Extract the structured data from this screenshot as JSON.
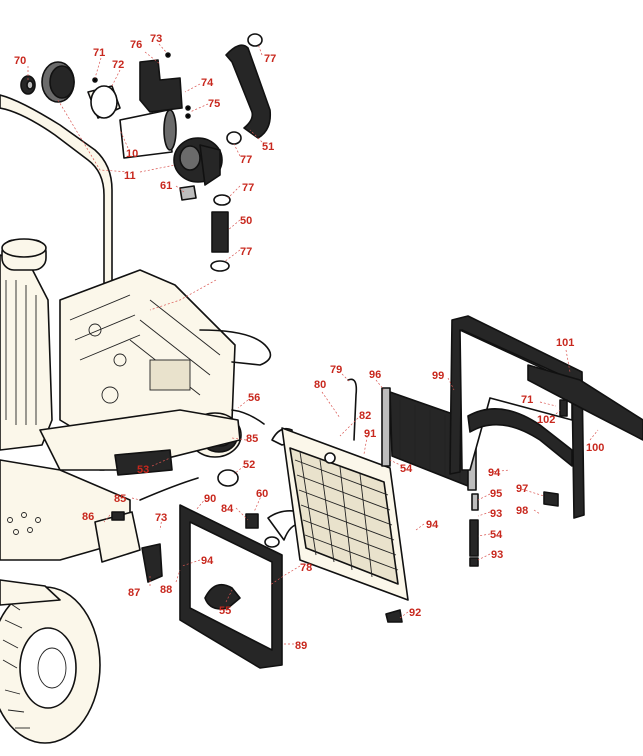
{
  "diagram": {
    "callout_color": "#c8281e",
    "leader_color": "#d9534f",
    "parts": [
      {
        "id": "p70",
        "label": "70"
      },
      {
        "id": "p71a",
        "label": "71"
      },
      {
        "id": "p72",
        "label": "72"
      },
      {
        "id": "p76",
        "label": "76"
      },
      {
        "id": "p73a",
        "label": "73"
      },
      {
        "id": "p77a",
        "label": "77"
      },
      {
        "id": "p74",
        "label": "74"
      },
      {
        "id": "p75",
        "label": "75"
      },
      {
        "id": "p10",
        "label": "10"
      },
      {
        "id": "p11",
        "label": "11"
      },
      {
        "id": "p51",
        "label": "51"
      },
      {
        "id": "p77b",
        "label": "77"
      },
      {
        "id": "p61",
        "label": "61"
      },
      {
        "id": "p77c",
        "label": "77"
      },
      {
        "id": "p50",
        "label": "50"
      },
      {
        "id": "p77d",
        "label": "77"
      },
      {
        "id": "p101",
        "label": "101"
      },
      {
        "id": "p79",
        "label": "79"
      },
      {
        "id": "p96",
        "label": "96"
      },
      {
        "id": "p80",
        "label": "80"
      },
      {
        "id": "p99",
        "label": "99"
      },
      {
        "id": "p71b",
        "label": "71"
      },
      {
        "id": "p56",
        "label": "56"
      },
      {
        "id": "p82",
        "label": "82"
      },
      {
        "id": "p102",
        "label": "102"
      },
      {
        "id": "p91",
        "label": "91"
      },
      {
        "id": "p85a",
        "label": "85"
      },
      {
        "id": "p100",
        "label": "100"
      },
      {
        "id": "p53",
        "label": "53"
      },
      {
        "id": "p52",
        "label": "52"
      },
      {
        "id": "p54a",
        "label": "54"
      },
      {
        "id": "p94a",
        "label": "94"
      },
      {
        "id": "p97",
        "label": "97"
      },
      {
        "id": "p85b",
        "label": "85"
      },
      {
        "id": "p90",
        "label": "90"
      },
      {
        "id": "p60",
        "label": "60"
      },
      {
        "id": "p95",
        "label": "95"
      },
      {
        "id": "p98",
        "label": "98"
      },
      {
        "id": "p86",
        "label": "86"
      },
      {
        "id": "p73b",
        "label": "73"
      },
      {
        "id": "p84",
        "label": "84"
      },
      {
        "id": "p93a",
        "label": "93"
      },
      {
        "id": "p94b",
        "label": "94"
      },
      {
        "id": "p54b",
        "label": "54"
      },
      {
        "id": "p94c",
        "label": "94"
      },
      {
        "id": "p93b",
        "label": "93"
      },
      {
        "id": "p78",
        "label": "78"
      },
      {
        "id": "p87",
        "label": "87"
      },
      {
        "id": "p88",
        "label": "88"
      },
      {
        "id": "p55",
        "label": "55"
      },
      {
        "id": "p92",
        "label": "92"
      },
      {
        "id": "p89",
        "label": "89"
      }
    ]
  }
}
